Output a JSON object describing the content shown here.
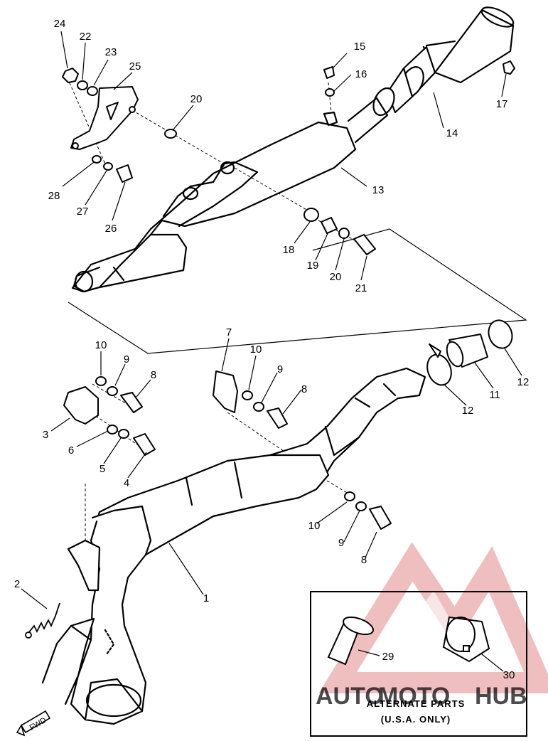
{
  "callouts": [
    {
      "id": "c24",
      "label": "24"
    },
    {
      "id": "c22",
      "label": "22"
    },
    {
      "id": "c23",
      "label": "23"
    },
    {
      "id": "c25",
      "label": "25"
    },
    {
      "id": "c20a",
      "label": "20"
    },
    {
      "id": "c28",
      "label": "28"
    },
    {
      "id": "c27",
      "label": "27"
    },
    {
      "id": "c26",
      "label": "26"
    },
    {
      "id": "c15",
      "label": "15"
    },
    {
      "id": "c16",
      "label": "16"
    },
    {
      "id": "c17",
      "label": "17"
    },
    {
      "id": "c14",
      "label": "14"
    },
    {
      "id": "c13",
      "label": "13"
    },
    {
      "id": "c18",
      "label": "18"
    },
    {
      "id": "c19",
      "label": "19"
    },
    {
      "id": "c20b",
      "label": "20"
    },
    {
      "id": "c21",
      "label": "21"
    },
    {
      "id": "c10a",
      "label": "10"
    },
    {
      "id": "c9a",
      "label": "9"
    },
    {
      "id": "c8a",
      "label": "8"
    },
    {
      "id": "c3",
      "label": "3"
    },
    {
      "id": "c6",
      "label": "6"
    },
    {
      "id": "c5",
      "label": "5"
    },
    {
      "id": "c4",
      "label": "4"
    },
    {
      "id": "c7",
      "label": "7"
    },
    {
      "id": "c10b",
      "label": "10"
    },
    {
      "id": "c9b",
      "label": "9"
    },
    {
      "id": "c8b",
      "label": "8"
    },
    {
      "id": "c12a",
      "label": "12"
    },
    {
      "id": "c11",
      "label": "11"
    },
    {
      "id": "c12b",
      "label": "12"
    },
    {
      "id": "c10c",
      "label": "10"
    },
    {
      "id": "c9c",
      "label": "9"
    },
    {
      "id": "c8c",
      "label": "8"
    },
    {
      "id": "c1",
      "label": "1"
    },
    {
      "id": "c2",
      "label": "2"
    },
    {
      "id": "c29",
      "label": "29"
    },
    {
      "id": "c30",
      "label": "30"
    }
  ],
  "fwd_label": "FWD",
  "alternate_box": {
    "line1": "ALTERNATE PARTS",
    "line2": "(U.S.A. ONLY)"
  },
  "watermark": {
    "part1": "AUTO",
    "part2": "MOTO",
    "part3": "HUB",
    "color_accent": "#f4b183",
    "color_dark": "#8c8c8c",
    "color_logo": "#e8a0a0"
  }
}
